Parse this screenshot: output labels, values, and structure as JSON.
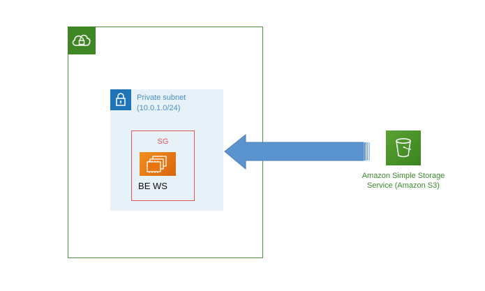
{
  "colors": {
    "vpc_border": "#4a9a3a",
    "vpc_icon": "#3f8624",
    "subnet_fill": "#e6f1f8",
    "subnet_icon": "#1f73b7",
    "subnet_text": "#4b8fc4",
    "sg_border": "#e05555",
    "ec2": "#e8760f",
    "arrow_fill": "#5b93cf",
    "arrow_stroke": "#4a7fb8",
    "s3": "#4a9a2c",
    "s3_text": "#3a8a2a"
  },
  "vpc": {
    "icon": "cloud-lock-icon"
  },
  "subnet": {
    "icon": "lock-icon",
    "title": "Private subnet",
    "cidr": "(10.0.1.0/24)"
  },
  "security_group": {
    "label": "SG"
  },
  "instance": {
    "icon": "ec2-instances-icon",
    "label": "BE WS"
  },
  "s3": {
    "icon": "s3-bucket-icon",
    "label_line1": "Amazon Simple Storage",
    "label_line2": "Service (Amazon S3)"
  },
  "connection": {
    "icon": "arrow-left-icon",
    "from": "s3",
    "to": "subnet"
  }
}
